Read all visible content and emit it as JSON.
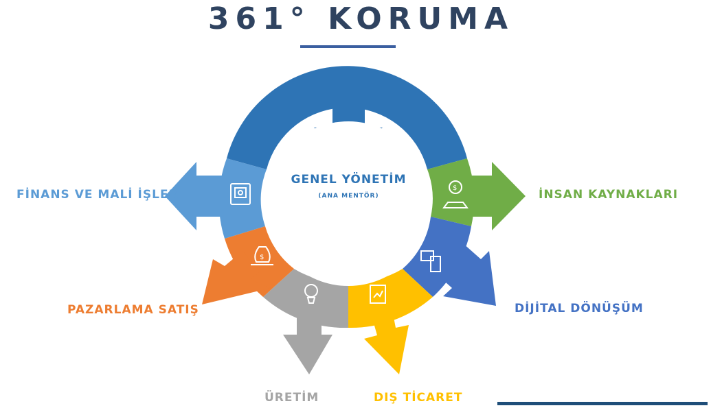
{
  "title": "361° KORUMA",
  "center": {
    "label": "GENEL YÖNETİM",
    "sublabel": "(ANA MENTÖR)",
    "color": "#2e74b5"
  },
  "segments": [
    {
      "id": "finans",
      "label": "FİNANS VE MALİ İŞLER",
      "color": "#5b9bd5",
      "icon": "safe-icon"
    },
    {
      "id": "insan",
      "label": "İNSAN KAYNAKLARI",
      "color": "#70ad47",
      "icon": "person-location-icon"
    },
    {
      "id": "dijital",
      "label": "DİJİTAL DÖNÜŞÜM",
      "color": "#4472c4",
      "icon": "devices-icon"
    },
    {
      "id": "dis-ticaret",
      "label": "DIŞ TİCARET",
      "color": "#ffc000",
      "icon": "document-chart-icon"
    },
    {
      "id": "uretim",
      "label": "ÜRETİM",
      "color": "#a5a5a5",
      "icon": "lightbulb-gear-icon"
    },
    {
      "id": "pazarlama",
      "label": "PAZARLAMA SATIŞ",
      "color": "#ed7d31",
      "icon": "money-bag-hand-icon"
    }
  ],
  "colors": {
    "title": "#2f4360",
    "underline": "#3b5fa0",
    "bottom_bar": "#1f4e79"
  }
}
